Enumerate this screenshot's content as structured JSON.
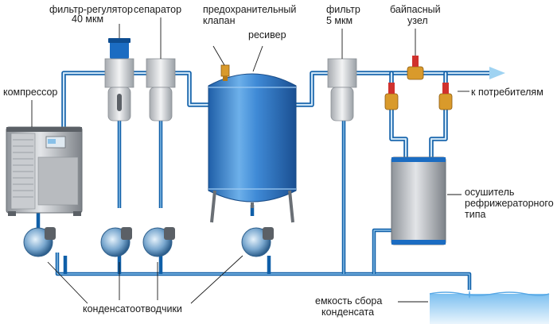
{
  "labels": {
    "filter_regulator_line1": "фильтр-регулятор",
    "filter_regulator_line2": "40 мкм",
    "separator": "сепаратор",
    "safety_valve_line1": "предохранительный",
    "safety_valve_line2": "клапан",
    "receiver": "ресивер",
    "filter5_line1": "фильтр",
    "filter5_line2": "5 мкм",
    "bypass_line1": "байпасный",
    "bypass_line2": "узел",
    "compressor": "компрессор",
    "to_consumers": "к потребителям",
    "dryer_line1": "осушитель",
    "dryer_line2": "рефрижераторного",
    "dryer_line3": "типа",
    "condensate_drains": "конденсатоотводчики",
    "tank_line1": "емкость сбора",
    "tank_line2": "конденсата"
  },
  "colors": {
    "pipe_outer": "#0f5fa8",
    "pipe_inner": "#cfe6f7",
    "arrow": "#9fd3f2",
    "receiver_body": "#2f78c8",
    "housing_grey": "#b9bcc1",
    "water": "#5aa9e6",
    "valve_brass": "#d99a2b",
    "valve_red": "#d0312d"
  },
  "icons": {
    "compressor": "compressor-unit",
    "filter": "filter-housing",
    "receiver": "vertical-tank",
    "valve": "ball-valve",
    "drain": "condensate-drain-trap",
    "dryer": "refrigeration-dryer",
    "tank": "condensate-tank"
  }
}
